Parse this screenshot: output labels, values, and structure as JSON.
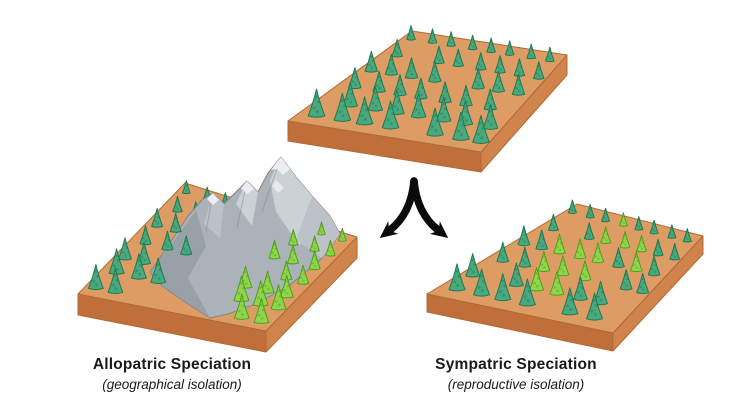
{
  "figure": {
    "background": "#ffffff",
    "captions": {
      "allopatric": {
        "title": "Allopatric Speciation",
        "subtitle": "(geographical isolation)"
      },
      "sympatric": {
        "title": "Sympatric Speciation",
        "subtitle": "(reproductive isolation)"
      }
    },
    "panels": {
      "original": {
        "tree_grid": [
          "dddddddd",
          "d.dddddd",
          "dddd.ddd",
          "ddddddd.",
          ".ddddddd",
          "dddd.ddd"
        ]
      },
      "allopatric": {
        "barrier": "mountain-range",
        "tree_grid": [
          "ddd....ll",
          "ddd...lll",
          "dd....lll",
          "ddd....ll",
          "dd....lll",
          "ddd...lll",
          "dd.....ll"
        ]
      },
      "sympatric": {
        "tree_grid": [
          "dddldddd",
          "d.dllldd",
          "ddllldld",
          "ddlll.dd",
          "d.dlldd.",
          "dddd.dd."
        ]
      }
    },
    "tree_species": {
      "d": "dark-green-conifer",
      "l": "light-green-conifer"
    },
    "colors": {
      "background": "#ffffff",
      "text": "#1a1a1a",
      "arrow": "#0b0b0b",
      "land_top": "#dd9c63",
      "land_side_left": "#c06f3a",
      "land_side_right": "#d0834a",
      "land_edge": "#b06a35",
      "tree_dark": "#4aa87e",
      "tree_dark_line": "#1f7a52",
      "tree_light": "#8fd54c",
      "tree_light_line": "#4f9f1f",
      "mountain_base": "#abb2b8",
      "mountain_mid": "#bcc2c8",
      "mountain_light": "#ccd1d6",
      "mountain_dark": "#8e969d",
      "mountain_line": "#7d858c",
      "snow": "#eceff1"
    }
  }
}
